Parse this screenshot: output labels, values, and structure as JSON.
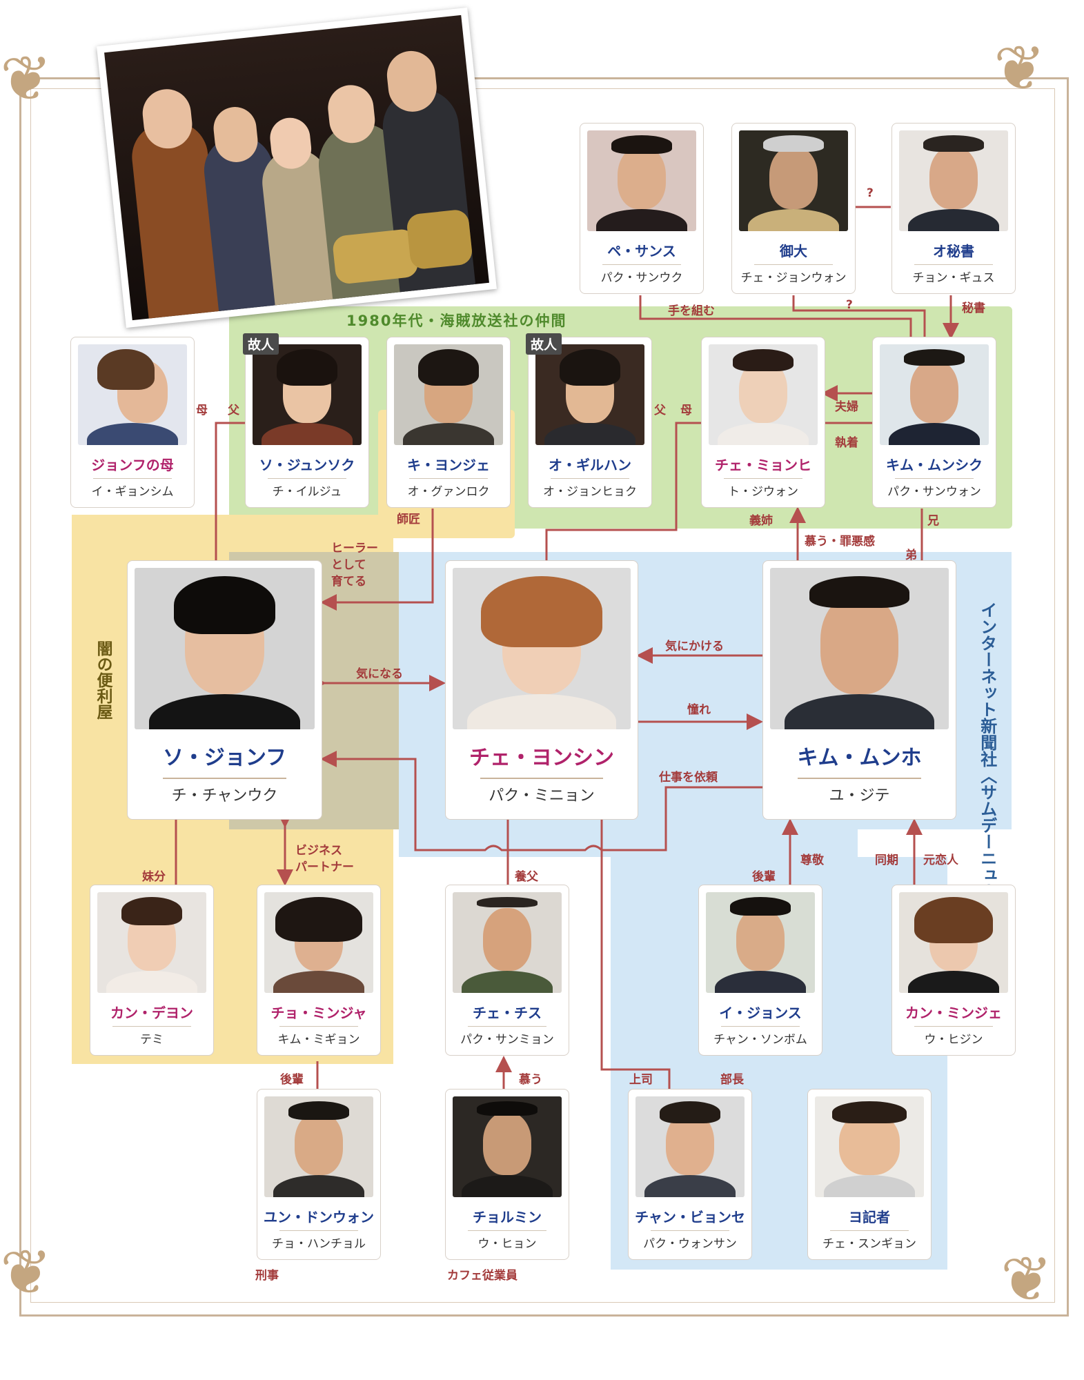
{
  "groups": {
    "pirate": "1980年代・海賊放送社の仲間",
    "yami": "闇の便利屋",
    "internet": "インターネット新聞社〈サムデーニュース〉"
  },
  "deceased_badge": "故人",
  "characters": {
    "bae": {
      "name": "ペ・サンス",
      "actor": "パク・サンウク"
    },
    "ondae": {
      "name": "御大",
      "actor": "チェ・ジョンウォン"
    },
    "ohisho": {
      "name": "オ秘書",
      "actor": "チョン・ギュス"
    },
    "jmother": {
      "name": "ジョンフの母",
      "actor": "イ・ギョンシム"
    },
    "junsok": {
      "name": "ソ・ジュンソク",
      "actor": "チ・イルジュ"
    },
    "kiyong": {
      "name": "キ・ヨンジェ",
      "actor": "オ・グァンロク"
    },
    "ogil": {
      "name": "オ・ギルハン",
      "actor": "オ・ジョンヒョク"
    },
    "myonhi": {
      "name": "チェ・ミョンヒ",
      "actor": "ト・ジウォン"
    },
    "munsik": {
      "name": "キム・ムンシク",
      "actor": "パク・サンウォン"
    },
    "jonghu": {
      "name": "ソ・ジョンフ",
      "actor": "チ・チャンウク"
    },
    "yonshin": {
      "name": "チェ・ヨンシン",
      "actor": "パク・ミニョン"
    },
    "munho": {
      "name": "キム・ムンホ",
      "actor": "ユ・ジテ"
    },
    "deyon": {
      "name": "カン・デヨン",
      "actor": "テミ"
    },
    "minja": {
      "name": "チョ・ミンジャ",
      "actor": "キム・ミギョン"
    },
    "chisu": {
      "name": "チェ・チス",
      "actor": "パク・サンミョン"
    },
    "jongsu": {
      "name": "イ・ジョンス",
      "actor": "チャン・ソンボム"
    },
    "minje": {
      "name": "カン・ミンジェ",
      "actor": "ウ・ヒジン"
    },
    "dongwon": {
      "name": "ユン・ドンウォン",
      "actor": "チョ・ハンチョル"
    },
    "chormin": {
      "name": "チョルミン",
      "actor": "ウ・ヒョン"
    },
    "byonse": {
      "name": "チャン・ビョンセ",
      "actor": "パク・ウォンサン"
    },
    "yokisha": {
      "name": "ヨ記者",
      "actor": "チェ・スンギョン"
    }
  },
  "labels": {
    "tewokumu": "手を組む",
    "q1": "?",
    "q2": "?",
    "hisho": "秘書",
    "haha1": "母",
    "chichi1": "父",
    "chichi2": "父",
    "haha2": "母",
    "fufu": "夫婦",
    "shuchaku": "執着",
    "shisho": "師匠",
    "gishi": "義姉",
    "ani": "兄",
    "shitau_zaiaku": "慕う・罪悪感",
    "otouto": "弟",
    "healer1": "ヒーラー",
    "healer2": "として",
    "healer3": "育てる",
    "kininaru": "気になる",
    "kinikakeru": "気にかける",
    "akogare": "憧れ",
    "shigoto": "仕事を依頼",
    "business1": "ビジネス",
    "business2": "パートナー",
    "imoutobun": "妹分",
    "yofu": "養父",
    "sonkei": "尊敬",
    "kohai1": "後輩",
    "doki": "同期",
    "motokoibito": "元恋人",
    "kohai2": "後輩",
    "shitau": "慕う",
    "joshi": "上司",
    "bucho": "部長",
    "keiji": "刑事",
    "cafe": "カフェ従業員"
  },
  "colors": {
    "line": "#b5504f",
    "navy": "#1f3d8c",
    "magenta": "#b0226a",
    "green": "#cfe6b0",
    "yellow": "#f8e3a3",
    "blue": "#d3e7f6"
  }
}
